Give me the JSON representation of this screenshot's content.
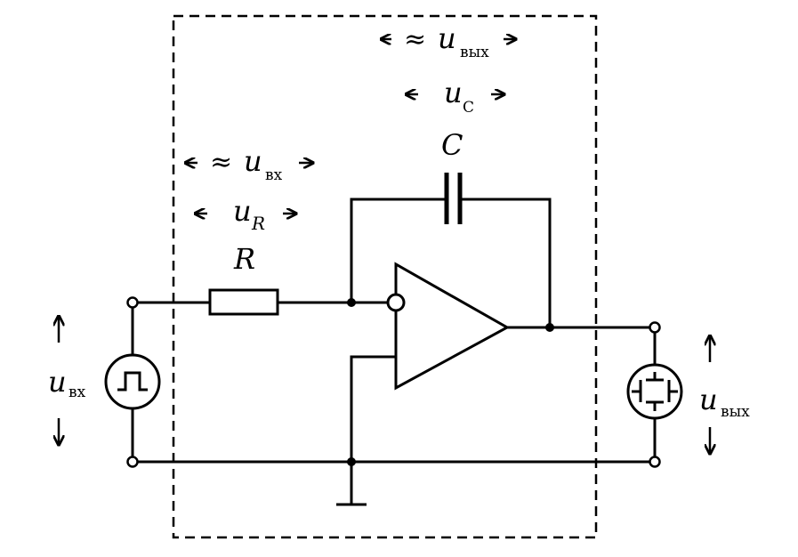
{
  "labels": {
    "u_vyx_top": {
      "approx": "≈",
      "symbol": "u",
      "sub": "вых"
    },
    "u_c": {
      "symbol": "u",
      "sub": "C"
    },
    "capacitor": "C",
    "u_vx_mid": {
      "approx": "≈",
      "symbol": "u",
      "sub": "вх"
    },
    "u_r": {
      "symbol": "u",
      "sub": "R"
    },
    "resistor": "R",
    "u_vx_left": {
      "symbol": "u",
      "sub": "вх"
    },
    "u_vyx_right": {
      "symbol": "u",
      "sub": "вых"
    }
  },
  "colors": {
    "line": "#000000",
    "background": "#ffffff"
  }
}
